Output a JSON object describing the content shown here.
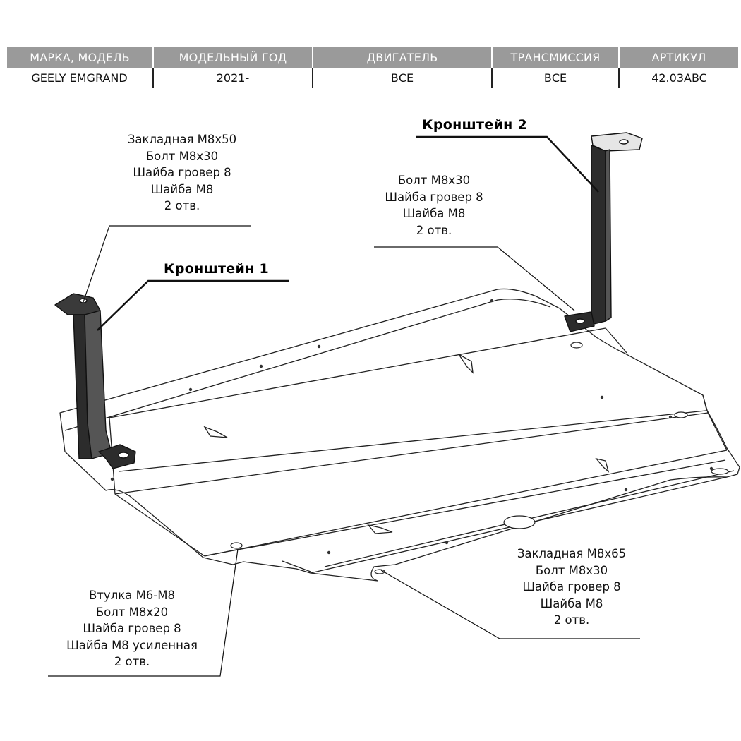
{
  "spec_table": {
    "headers": [
      "МАРКА, МОДЕЛЬ",
      "МОДЕЛЬНЫЙ ГОД",
      "ДВИГАТЕЛЬ",
      "ТРАНСМИССИЯ",
      "АРТИКУЛ"
    ],
    "row": [
      "GEELY EMGRAND",
      "2021-",
      "ВСЕ",
      "ВСЕ",
      "42.03ABC"
    ]
  },
  "bracket1": {
    "title": "Кронштейн 1"
  },
  "bracket2": {
    "title": "Кронштейн 2"
  },
  "notes": {
    "top_left": [
      "Закладная М8х50",
      "Болт М8х30",
      "Шайба гровер 8",
      "Шайба М8",
      "2 отв."
    ],
    "top_right": [
      "Болт М8х30",
      "Шайба гровер 8",
      "Шайба М8",
      "2 отв."
    ],
    "bottom_left": [
      "Втулка М6-М8",
      "Болт М8х20",
      "Шайба гровер 8",
      "Шайба М8 усиленная",
      "2 отв."
    ],
    "bottom_right": [
      "Закладная М8х65",
      "Болт М8х30",
      "Шайба гровер 8",
      "Шайба М8",
      "2 отв."
    ]
  }
}
